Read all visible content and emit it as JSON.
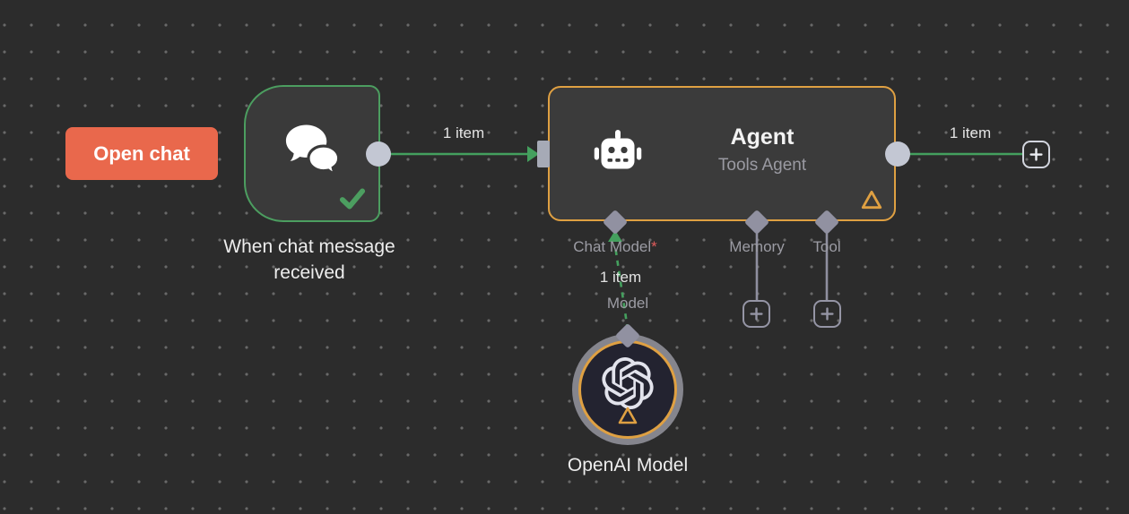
{
  "toolbar": {
    "open_chat_label": "Open chat"
  },
  "nodes": {
    "chat_trigger": {
      "name": "When chat message received"
    },
    "agent": {
      "title": "Agent",
      "subtitle": "Tools Agent",
      "ports": {
        "chat_model": {
          "label": "Chat Model",
          "required_marker": "*"
        },
        "memory": {
          "label": "Memory"
        },
        "tool": {
          "label": "Tool"
        }
      }
    },
    "openai_model": {
      "name": "OpenAI Model",
      "port_label": "Model"
    }
  },
  "connections": {
    "trigger_to_agent": {
      "items_label": "1 item"
    },
    "agent_to_next": {
      "items_label": "1 item"
    },
    "model_to_agent": {
      "items_label": "1 item"
    }
  },
  "icons": {
    "chat_trigger": "chat-bubbles-icon",
    "trigger_status": "check-icon",
    "agent": "robot-icon",
    "agent_status": "warning-triangle-icon",
    "openai": "openai-logo-icon",
    "openai_status": "warning-triangle-icon",
    "add_node": "plus-icon"
  },
  "colors": {
    "canvas_bg": "#2c2c2c",
    "node_bg": "#3b3b3b",
    "trigger_border_green": "#4c9e60",
    "wire_green": "#44a05e",
    "agent_border_orange": "#dfa042",
    "open_chat_coral": "#e9684c",
    "connector_gray": "#c3c7d3",
    "port_diamond_gray": "#9191a1",
    "required_red": "#e05c5c"
  }
}
